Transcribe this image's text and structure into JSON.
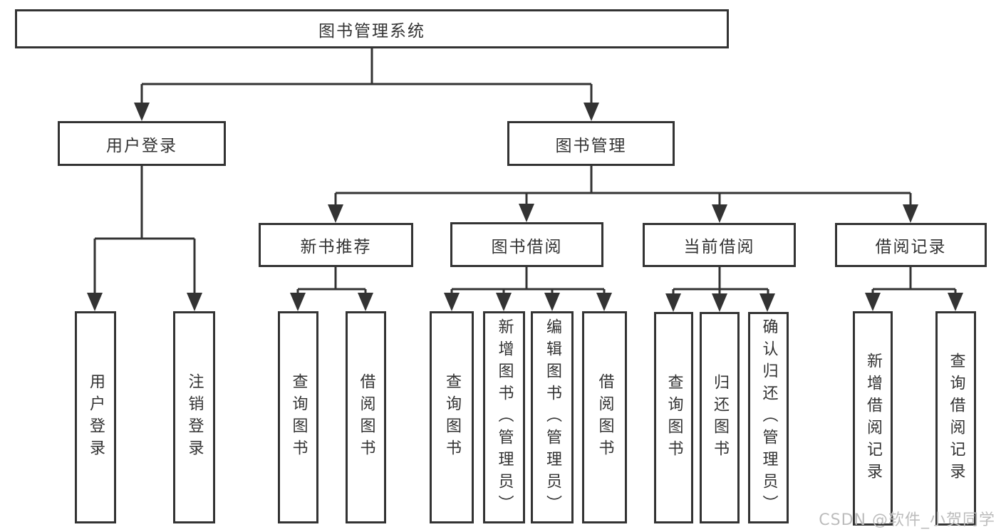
{
  "nodes": {
    "root": "图书管理系统",
    "level1": {
      "user_login": "用户登录",
      "book_mgmt": "图书管理"
    },
    "level2": {
      "new_books": "新书推荐",
      "book_borrow": "图书借阅",
      "current_borrow": "当前借阅",
      "borrow_records": "借阅记录"
    },
    "level3": {
      "user_login_leaf": "用户登录",
      "logout": "注销登录",
      "nb_query_books": "查询图书",
      "nb_borrow_books": "借阅图书",
      "bb_query_books": "查询图书",
      "bb_add_books": "新增图书（管理员）",
      "bb_edit_books": "编辑图书（管理员）",
      "bb_borrow_books": "借阅图书",
      "cb_query_books": "查询图书",
      "cb_return_books": "归还图书",
      "cb_confirm_return": "确认归还（管理员）",
      "br_add_record": "新增借阅记录",
      "br_query_record": "查询借阅记录"
    }
  },
  "watermark": "CSDN @软件_小贺同学",
  "colors": {
    "line": "#333333",
    "text": "#333333",
    "box_fill": "#ffffff",
    "watermark": "#bcbcbc"
  }
}
